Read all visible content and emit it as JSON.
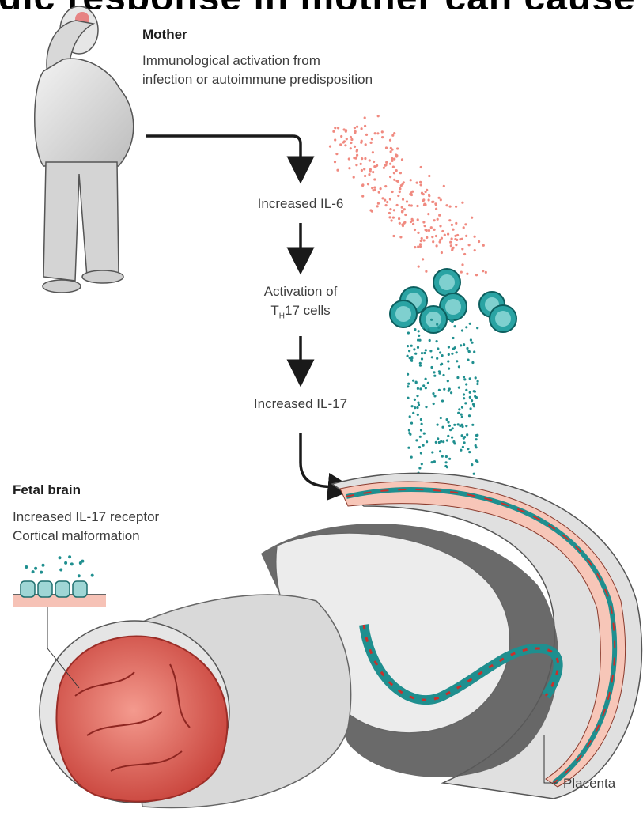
{
  "top_banner": "gic response in mother can cause neurod",
  "mother": {
    "title": "Mother",
    "line1": "Immunological activation from",
    "line2": "infection or autoimmune predisposition"
  },
  "cascade": {
    "step1": "Increased IL-6",
    "step2_line1": "Activation of",
    "step2_pre": "T",
    "step2_sub": "H",
    "step2_post": "17 cells",
    "step3": "Increased IL-17"
  },
  "fetal_brain": {
    "title": "Fetal brain",
    "line1": "Increased IL-17 receptor",
    "line2": "Cortical malformation"
  },
  "placenta_label": "Placenta",
  "colors": {
    "il6_dots": "#f08a80",
    "th17_cells": "#2aa3a3",
    "il17_dots": "#1f8f8f",
    "brain": "#d9534f",
    "placenta": "#f7c6b8",
    "vessel_red": "#c9302c",
    "arrow": "#1a1a1a"
  }
}
